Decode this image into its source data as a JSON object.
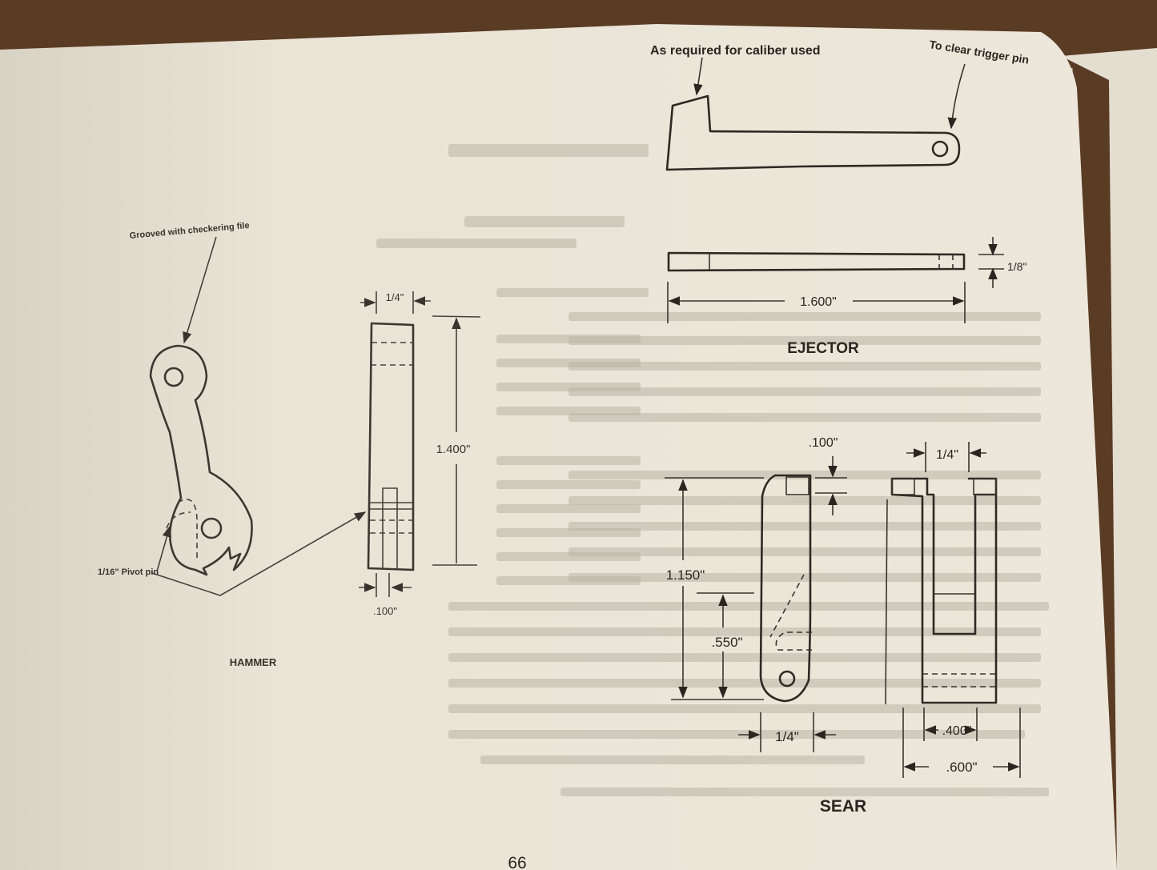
{
  "page": {
    "page_number": "66"
  },
  "ejector": {
    "title": "EJECTOR",
    "note_caliber": "As required for caliber used",
    "note_trigger": "To clear trigger pin",
    "dim_length": "1.600\"",
    "dim_thickness": "1/8\""
  },
  "hammer": {
    "title": "HAMMER",
    "note_grooved": "Grooved with checkering file",
    "note_pivot": "1/16\" Pivot pin",
    "dim_width": "1/4\"",
    "dim_height": "1.400\"",
    "dim_step": ".100\""
  },
  "sear": {
    "title": "SEAR",
    "dim_height": "1.150\"",
    "dim_lower": ".550\"",
    "dim_top": ".100\"",
    "dim_width_side": "1/4\"",
    "dim_width_top": "1/4\"",
    "dim_slot": ".400\"",
    "dim_overall": ".600\""
  },
  "colors": {
    "paper": "#ebe6d8",
    "ink": "#2a2520",
    "wood": "#5a3b24"
  }
}
